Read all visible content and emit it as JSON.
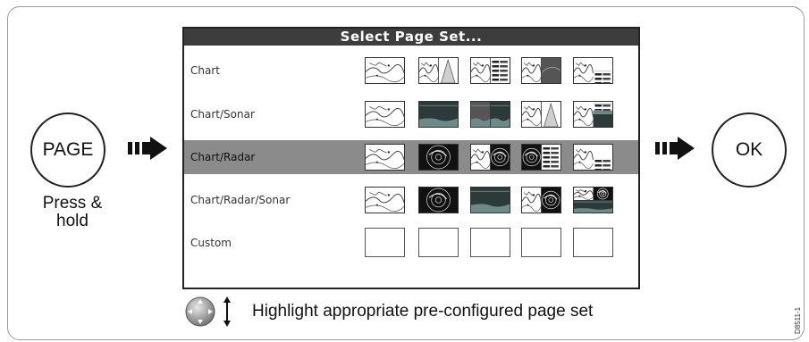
{
  "buttons": {
    "page": "PAGE",
    "ok": "OK"
  },
  "hint": "Press &\nhold",
  "dialog": {
    "title": "Select Page Set...",
    "selected_row": "Chart/Radar",
    "rows": [
      {
        "label": "Chart",
        "thumbs": [
          "chart",
          "chart-sonar-split",
          "chart-data",
          "chart-radar-dark",
          "chart-data-split"
        ]
      },
      {
        "label": "Chart/Sonar",
        "thumbs": [
          "chart",
          "sonar",
          "sonar-split",
          "chart-sonar-split",
          "chart-sonar-data"
        ]
      },
      {
        "label": "Chart/Radar",
        "thumbs": [
          "chart",
          "radar",
          "chart-radar",
          "radar-data",
          "chart-radar-data"
        ]
      },
      {
        "label": "Chart/Radar/Sonar",
        "thumbs": [
          "chart",
          "radar",
          "sonar",
          "chart-radar",
          "chart-radar-sonar"
        ]
      },
      {
        "label": "Custom",
        "thumbs": [
          "empty",
          "empty",
          "empty",
          "empty",
          "empty"
        ]
      }
    ]
  },
  "footer": {
    "text": "Highlight appropriate pre-configured page set"
  },
  "doc_id": "D8511-1"
}
